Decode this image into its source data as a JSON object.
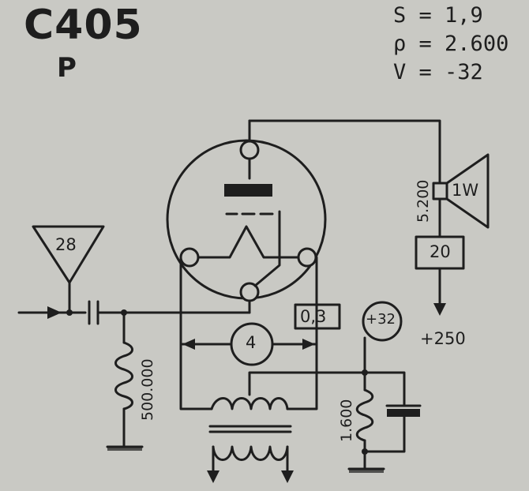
{
  "tube": {
    "name": "C405",
    "type": "P"
  },
  "params": [
    {
      "symbol": "S",
      "value": "1,9"
    },
    {
      "symbol": "ρ",
      "value": "2.600"
    },
    {
      "symbol": "V",
      "value": "-32"
    }
  ],
  "components": {
    "antenna_value": "28",
    "grid_resistor": "500.000",
    "heater_current": "0,3",
    "heater_voltage": "4",
    "speaker_impedance": "5.200",
    "speaker_power": "1W",
    "anode_current": "20",
    "supply_voltage": "+250",
    "cathode_voltage": "+32",
    "cathode_resistor": "1.600"
  },
  "colors": {
    "ink": "#1e1e1e",
    "paper": "#c9c9c4"
  }
}
